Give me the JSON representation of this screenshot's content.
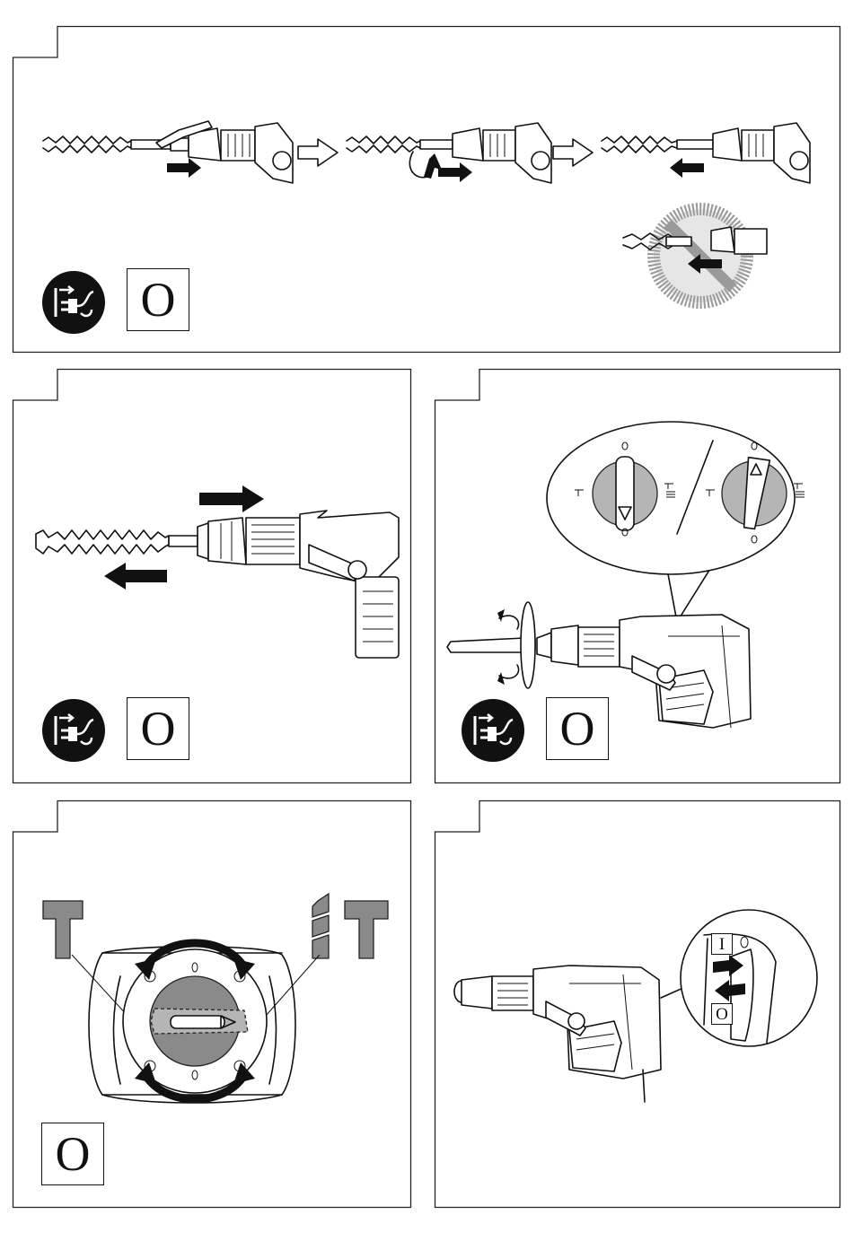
{
  "colors": {
    "line": "#111111",
    "grey": "#8a8a8a",
    "paper": "#ffffff"
  },
  "icons": [
    "unplug-icon",
    "hammer-mode-icon",
    "hammer-drill-mode-icon",
    "arrow-icon",
    "prohibited-icon"
  ],
  "panels": {
    "bit_insertion": {
      "off_symbol": "O"
    },
    "bit_check": {
      "off_symbol": "O"
    },
    "chisel_rotation": {
      "off_symbol": "O"
    },
    "mode_selector": {
      "off_symbol": "O"
    },
    "on_off_switch": {
      "on_symbol": "I",
      "off_symbol": "O"
    }
  }
}
